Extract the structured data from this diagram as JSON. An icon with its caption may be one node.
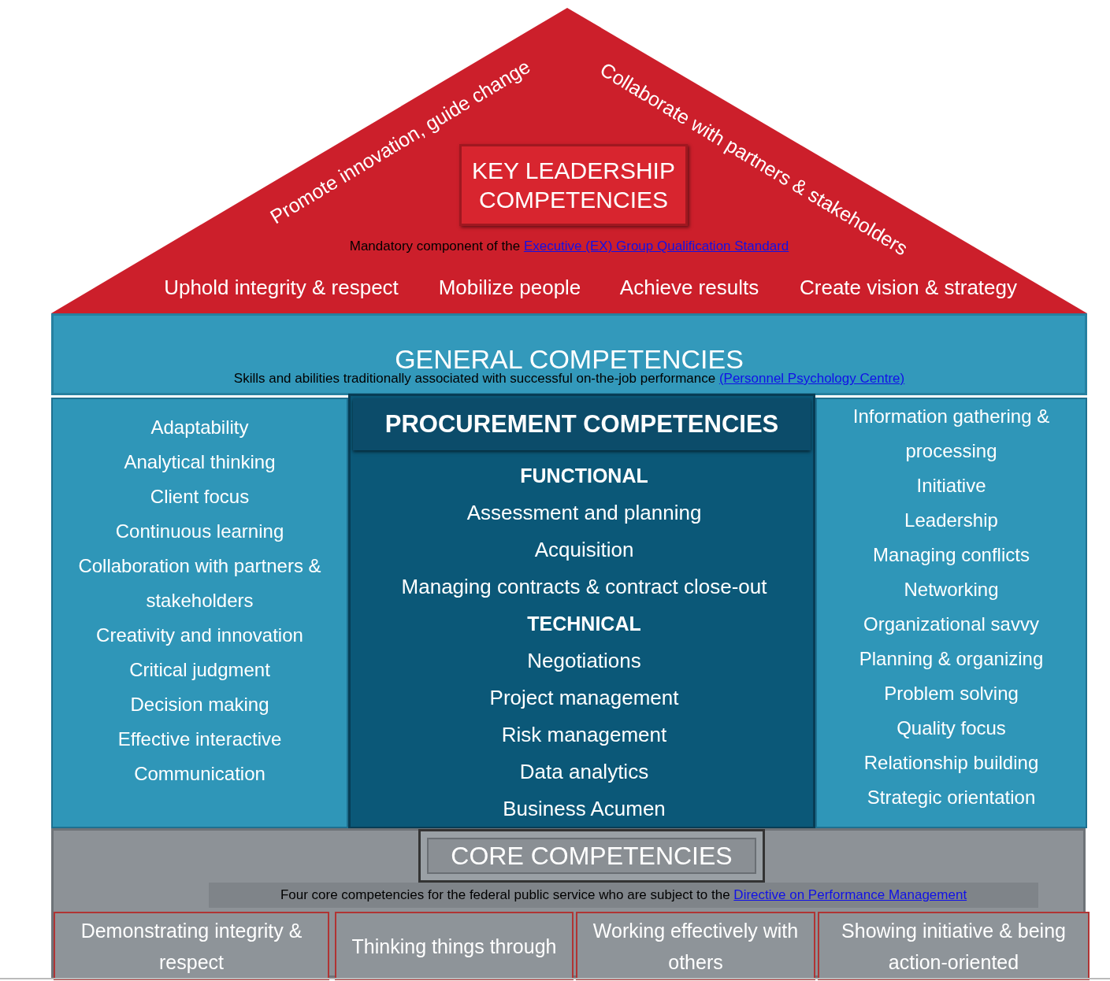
{
  "diagram": {
    "nodes": [
      {
        "text": [
          "Promote innovation, guide change",
          "Collaborate with partners & stakeholders",
          "Mandatory component of the",
          "Executive (EX) Group Qualification Standard",
          "Uphold integrity & respect",
          "Mobilize people",
          "Achieve results",
          "Create vision & strategy"
        ]
      },
      {
        "text": [
          "KEY LEADERSHIP COMPETENCIES"
        ],
        "in": 0
      },
      {
        "text": [
          "GENERAL COMPETENCIES",
          "Skills and abilities traditionally associated with successful on-the-job performance",
          "(Personnel Psychology Centre)"
        ]
      },
      {
        "text": [
          "Adaptability",
          "Analytical thinking",
          "Client focus",
          "Continuous learning",
          "Collaboration with partners & stakeholders",
          "Creativity and innovation",
          "Critical judgment",
          "Decision making",
          "Effective interactive",
          "Communication"
        ]
      },
      {
        "text": [
          "PROCUREMENT COMPETENCIES"
        ]
      },
      {
        "text": [
          "FUNCTIONAL",
          "Assessment and planning",
          "Acquisition",
          "Managing contracts & contract close-out"
        ],
        "in": 4
      },
      {
        "text": [
          "TECHNICAL",
          "Negotiations",
          "Project management",
          "Risk management",
          "Data analytics",
          "Business Acumen"
        ],
        "in": 4
      },
      {
        "text": [
          "Information gathering & processing",
          "Initiative",
          "Leadership",
          "Managing conflicts",
          "Networking",
          "Organizational savvy",
          "Planning & organizing",
          "Problem solving",
          "Quality focus",
          "Relationship building",
          "Strategic orientation"
        ]
      },
      {
        "text": [
          "Four core competencies for the federal public service who are subject to the",
          "Directive on Performance Management"
        ]
      },
      {
        "text": [
          "CORE COMPETENCIES"
        ],
        "in": 8
      },
      {
        "text": [
          "Demonstrating integrity & respect"
        ],
        "in": 8
      },
      {
        "text": [
          "Thinking things through"
        ],
        "in": 8
      },
      {
        "text": [
          "Working effectively with others"
        ],
        "in": 8
      },
      {
        "text": [
          "Showing initiative & being action-oriented"
        ],
        "in": 8
      }
    ]
  }
}
